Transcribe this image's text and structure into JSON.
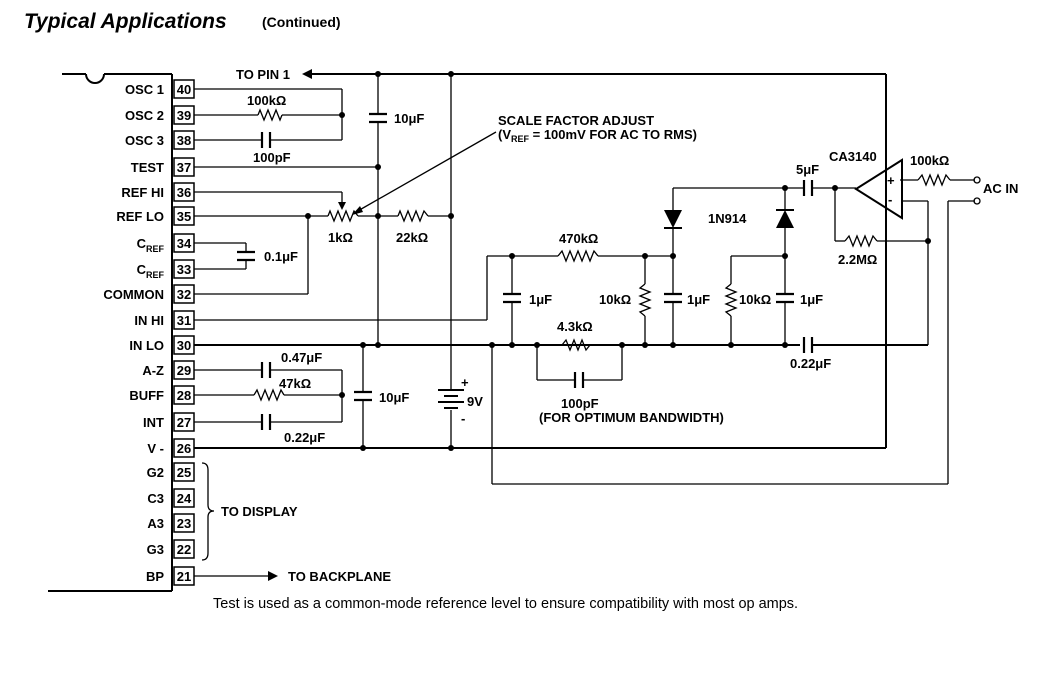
{
  "header": {
    "title": "Typical Applications",
    "subtitle": "(Continued)"
  },
  "chip_pins": [
    {
      "num": "40",
      "name": "OSC 1"
    },
    {
      "num": "39",
      "name": "OSC 2"
    },
    {
      "num": "38",
      "name": "OSC 3"
    },
    {
      "num": "37",
      "name": "TEST"
    },
    {
      "num": "36",
      "name": "REF HI"
    },
    {
      "num": "35",
      "name": "REF LO"
    },
    {
      "num": "34",
      "name": "C",
      "sub": "REF"
    },
    {
      "num": "33",
      "name": "C",
      "sub": "REF"
    },
    {
      "num": "32",
      "name": "COMMON"
    },
    {
      "num": "31",
      "name": "IN HI"
    },
    {
      "num": "30",
      "name": "IN LO"
    },
    {
      "num": "29",
      "name": "A-Z"
    },
    {
      "num": "28",
      "name": "BUFF"
    },
    {
      "num": "27",
      "name": "INT"
    },
    {
      "num": "26",
      "name": "V -"
    },
    {
      "num": "25",
      "name": "G2"
    },
    {
      "num": "24",
      "name": "C3"
    },
    {
      "num": "23",
      "name": "A3"
    },
    {
      "num": "22",
      "name": "G3"
    },
    {
      "num": "21",
      "name": "BP"
    }
  ],
  "components": {
    "r_osc": "100kΩ",
    "c_osc": "100pF",
    "c_top": "10μF",
    "pot": "1kΩ",
    "r_22k": "22kΩ",
    "c_ref": "0.1μF",
    "r_470k": "470kΩ",
    "c_in1": "1μF",
    "r_10k_a": "10kΩ",
    "c_in2": "1μF",
    "r_10k_b": "10kΩ",
    "c_in3": "1μF",
    "r_4k3": "4.3kΩ",
    "c_bw": "100pF",
    "c_5u": "5μF",
    "diode": "1N914",
    "opamp": "CA3140",
    "r_fb_in": "100kΩ",
    "r_fb": "2.2MΩ",
    "c_out": "0.22μF",
    "c_az": "0.47μF",
    "r_47k": "47kΩ",
    "c_int": "0.22μF",
    "c_mid": "10μF",
    "battery": "9V",
    "plus": "+",
    "minus": "-",
    "op_plus": "+",
    "op_minus": "-"
  },
  "notes": {
    "to_pin1": "TO PIN 1",
    "scale_adjust": "SCALE FACTOR ADJUST",
    "vref_pre": "(V",
    "vref_sub": "REF",
    "vref_post": " = 100mV FOR AC TO RMS)",
    "for_bw": "(FOR OPTIMUM BANDWIDTH)",
    "ac_in": "AC IN",
    "to_display": "TO DISPLAY",
    "to_backplane": "TO BACKPLANE"
  },
  "caption": "Test is used as a common-mode reference level to ensure compatibility with most op amps."
}
